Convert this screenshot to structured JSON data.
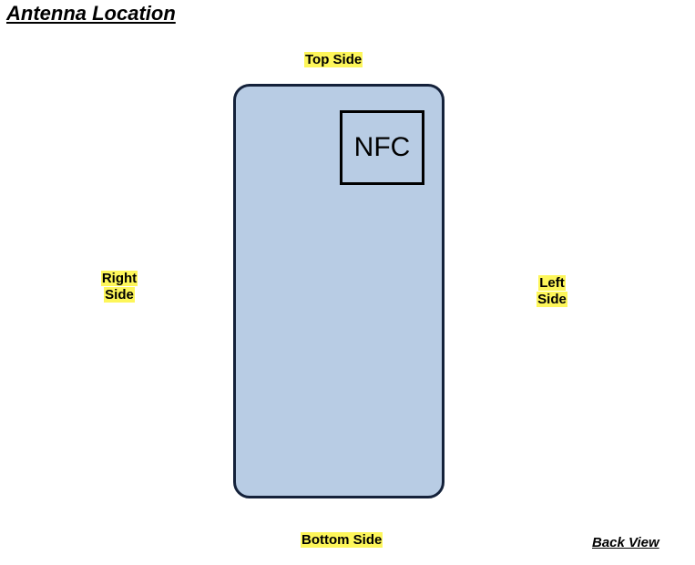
{
  "title": "Antenna Location",
  "labels": {
    "top": "Top Side",
    "bottom": "Bottom Side",
    "right_line1": "Right",
    "right_line2": "Side",
    "left_line1": "Left",
    "left_line2": "Side"
  },
  "nfc_label": "NFC",
  "view_label": "Back View",
  "colors": {
    "phone_fill": "#b8cce4",
    "phone_border": "#14213a",
    "label_highlight": "#fdf65a"
  }
}
